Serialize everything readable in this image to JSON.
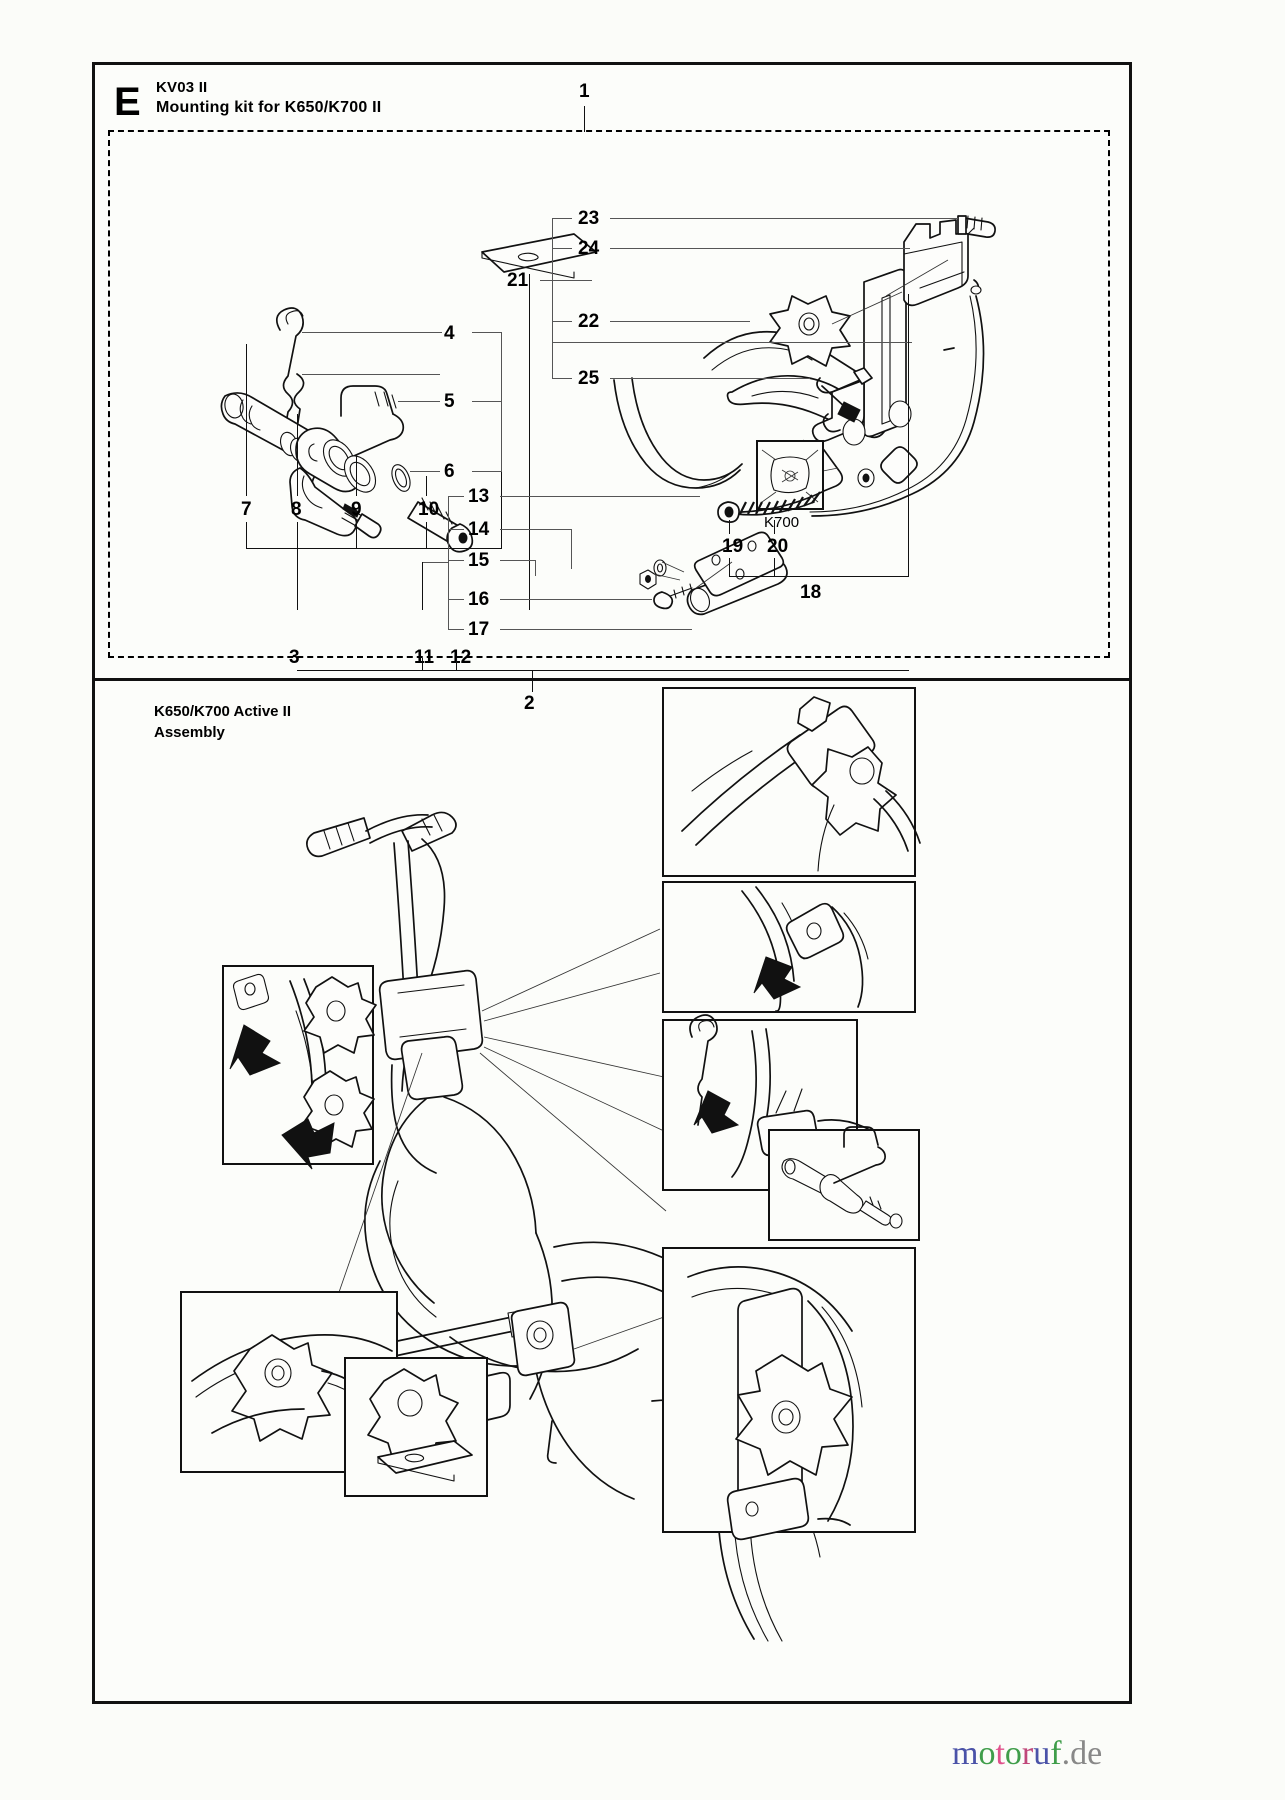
{
  "document": {
    "section_letter": "E",
    "title_line1": "KV03 II",
    "title_line2": "Mounting kit for K650/K700 II",
    "assembly_title_line1": "K650/K700 Active II",
    "assembly_title_line2": "Assembly"
  },
  "insets": {
    "k700_label": "K700"
  },
  "callouts": {
    "c1": "1",
    "c2": "2",
    "c3": "3",
    "c4": "4",
    "c5": "5",
    "c6": "6",
    "c7": "7",
    "c8": "8",
    "c9": "9",
    "c10": "10",
    "c11": "11",
    "c12": "12",
    "c13": "13",
    "c14": "14",
    "c15": "15",
    "c16": "16",
    "c17": "17",
    "c18": "18",
    "c19": "19",
    "c20": "20",
    "c21": "21",
    "c22": "22",
    "c23": "23",
    "c24": "24",
    "c25": "25"
  },
  "watermark": {
    "chars": [
      {
        "ch": "m",
        "color": "#4a52a8"
      },
      {
        "ch": "o",
        "color": "#3f9d4a"
      },
      {
        "ch": "t",
        "color": "#e0518c"
      },
      {
        "ch": "o",
        "color": "#3f9d4a"
      },
      {
        "ch": "r",
        "color": "#c0477a"
      },
      {
        "ch": "u",
        "color": "#4a52a8"
      },
      {
        "ch": "f",
        "color": "#3f9d4a"
      },
      {
        "ch": ".",
        "color": "#888888"
      },
      {
        "ch": "d",
        "color": "#888888"
      },
      {
        "ch": "e",
        "color": "#888888"
      }
    ]
  },
  "colors": {
    "ink": "#111111",
    "leader": "#555555",
    "paper": "#fbfcf9"
  }
}
